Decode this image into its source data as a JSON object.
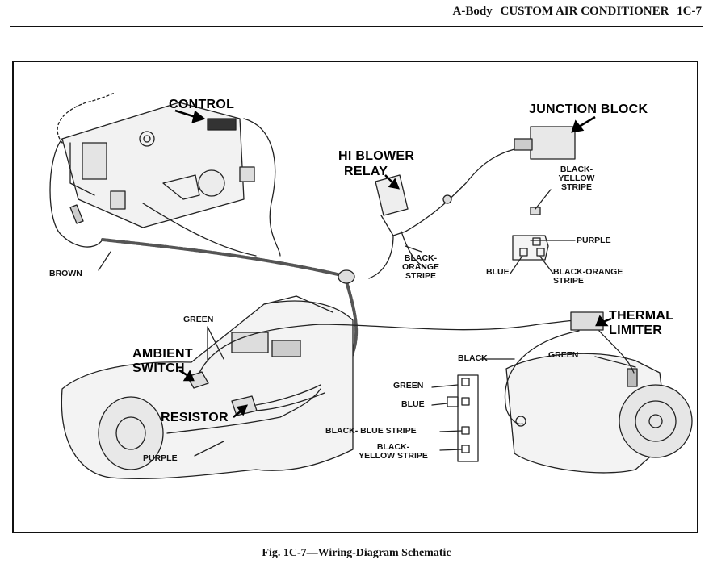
{
  "header": {
    "section": "A-Body",
    "title": "CUSTOM AIR CONDITIONER",
    "page": "1C-7"
  },
  "callouts": {
    "control": "CONTROL",
    "junction_block": "JUNCTION BLOCK",
    "hi_blower_relay_line1": "HI BLOWER",
    "hi_blower_relay_line2": "RELAY",
    "ambient_switch_line1": "AMBIENT",
    "ambient_switch_line2": "SWITCH",
    "resistor": "RESISTOR",
    "thermal_limiter_line1": "THERMAL",
    "thermal_limiter_line2": "LIMITER"
  },
  "wire_labels": {
    "brown": "BROWN",
    "black_yellow_1": "BLACK-",
    "black_yellow_2": "YELLOW",
    "black_yellow_3": "STRIPE",
    "black_orange_relay_1": "BLACK-",
    "black_orange_relay_2": "ORANGE",
    "black_orange_relay_3": "STRIPE",
    "purple_connector": "PURPLE",
    "blue_connector": "BLUE",
    "black_orange_connector_1": "BLACK-ORANGE",
    "black_orange_connector_2": "STRIPE",
    "green_ambient": "GREEN",
    "black_compressor": "BLACK",
    "green_compressor": "GREEN",
    "green_resistor": "GREEN",
    "blue_resistor": "BLUE",
    "black_blue_stripe": "BLACK- BLUE STRIPE",
    "black_yellow_resistor_1": "BLACK-",
    "black_yellow_resistor_2": "YELLOW STRIPE",
    "purple_blower": "PURPLE"
  },
  "caption": "Fig. 1C-7—Wiring-Diagram Schematic"
}
